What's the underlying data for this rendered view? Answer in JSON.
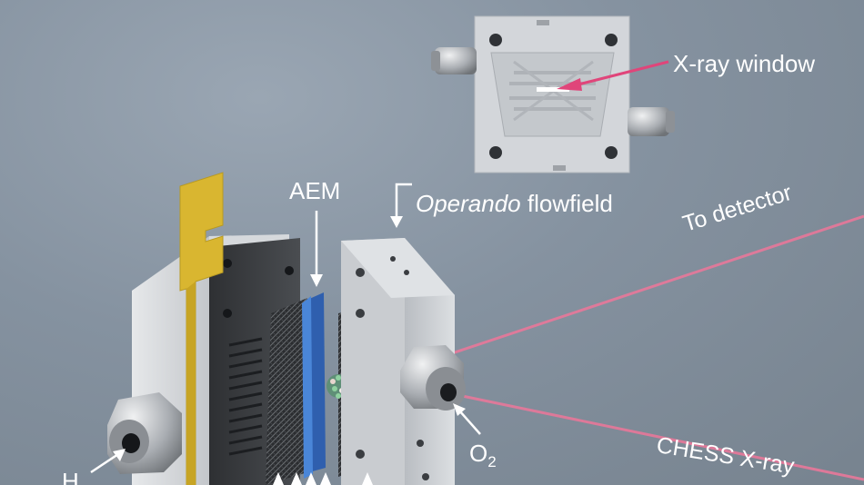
{
  "labels": {
    "xray_window": "X-ray window",
    "aem": "AEM",
    "flowfield_emphasis": "Operando",
    "flowfield_rest": " flowfield",
    "to_detector": "To detector",
    "chess_xray": "CHESS X-ray",
    "o2_main": "O",
    "o2_sub": "2",
    "h_partial": "H"
  },
  "colors": {
    "background": "#8592a0",
    "beam": "#e8789a",
    "pointer": "#e0457a",
    "membrane": "#3b74c9",
    "current_collector": "#d9b630",
    "steel": "#c9ccd0"
  }
}
